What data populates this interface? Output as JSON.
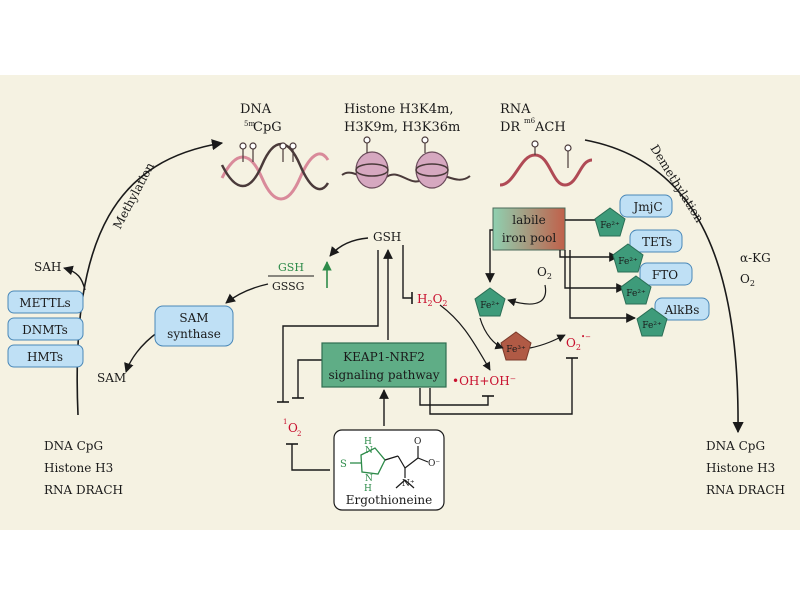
{
  "colors": {
    "panel_bg": "#f5f2e2",
    "blue_box": "#bfe0f5",
    "blue_stroke": "#4a88b8",
    "green_box": "#5fad86",
    "green_stroke": "#2e6e50",
    "iron_pool_left": "#8fd0b0",
    "iron_pool_right": "#c0604a",
    "fe_green": "#3e9b7a",
    "fe_brown": "#b05a45",
    "red_text": "#c8102e",
    "dna_pink": "#d98a9a",
    "dna_dark": "#4a3a3a"
  },
  "top": {
    "dna_title": "DNA",
    "dna_sup": "5m",
    "dna_mark": "CpG",
    "histone_line1": "Histone H3K4m,",
    "histone_line2": "H3K9m, H3K36m",
    "rna_title": "RNA",
    "rna_prefix": "DR",
    "rna_sup": "m6",
    "rna_suffix": "ACH"
  },
  "arcs": {
    "methylation": "Methylation",
    "demethylation": "Demethylation"
  },
  "left": {
    "sah": "SAH",
    "sam": "SAM",
    "methyltransferases": [
      "METTLs",
      "DNMTs",
      "HMTs"
    ],
    "substrates": [
      "DNA CpG",
      "Histone H3",
      "RNA DRACH"
    ],
    "sam_synthase_line1": "SAM",
    "sam_synthase_line2": "synthase",
    "gsh_small": "GSH",
    "gssg_small": "GSSG",
    "singlet_sup": "1",
    "singlet_base": "O",
    "singlet_sub": "2"
  },
  "center": {
    "gsh": "GSH",
    "h2o2_base": "H",
    "h2o2_sub1": "2",
    "h2o2_mid": "O",
    "h2o2_sub2": "2",
    "keap_line1": "KEAP1-NRF2",
    "keap_line2": "signaling pathway",
    "radicals": "•OH+OH⁻",
    "ergothioneine": "Ergothioneine",
    "ergo_atoms": {
      "s": "S",
      "h1": "H",
      "n1": "N",
      "h2": "H",
      "n2": "N",
      "o": "O",
      "o_minus": "O⁻",
      "n_plus": "N⁺"
    }
  },
  "iron": {
    "labile_line1": "labile",
    "labile_line2": "iron pool",
    "fe2": "Fe²⁺",
    "fe3": "Fe³⁺",
    "o2": "O",
    "o2_sub": "2",
    "superoxide_base": "O",
    "superoxide_sub": "2",
    "superoxide_sup": "•−"
  },
  "right": {
    "enzymes": [
      "JmjC",
      "TETs",
      "FTO",
      "AlkBs"
    ],
    "cofactor1": "α-KG",
    "cofactor2": "O",
    "cofactor2_sub": "2",
    "products": [
      "DNA CpG",
      "Histone H3",
      "RNA DRACH"
    ]
  }
}
